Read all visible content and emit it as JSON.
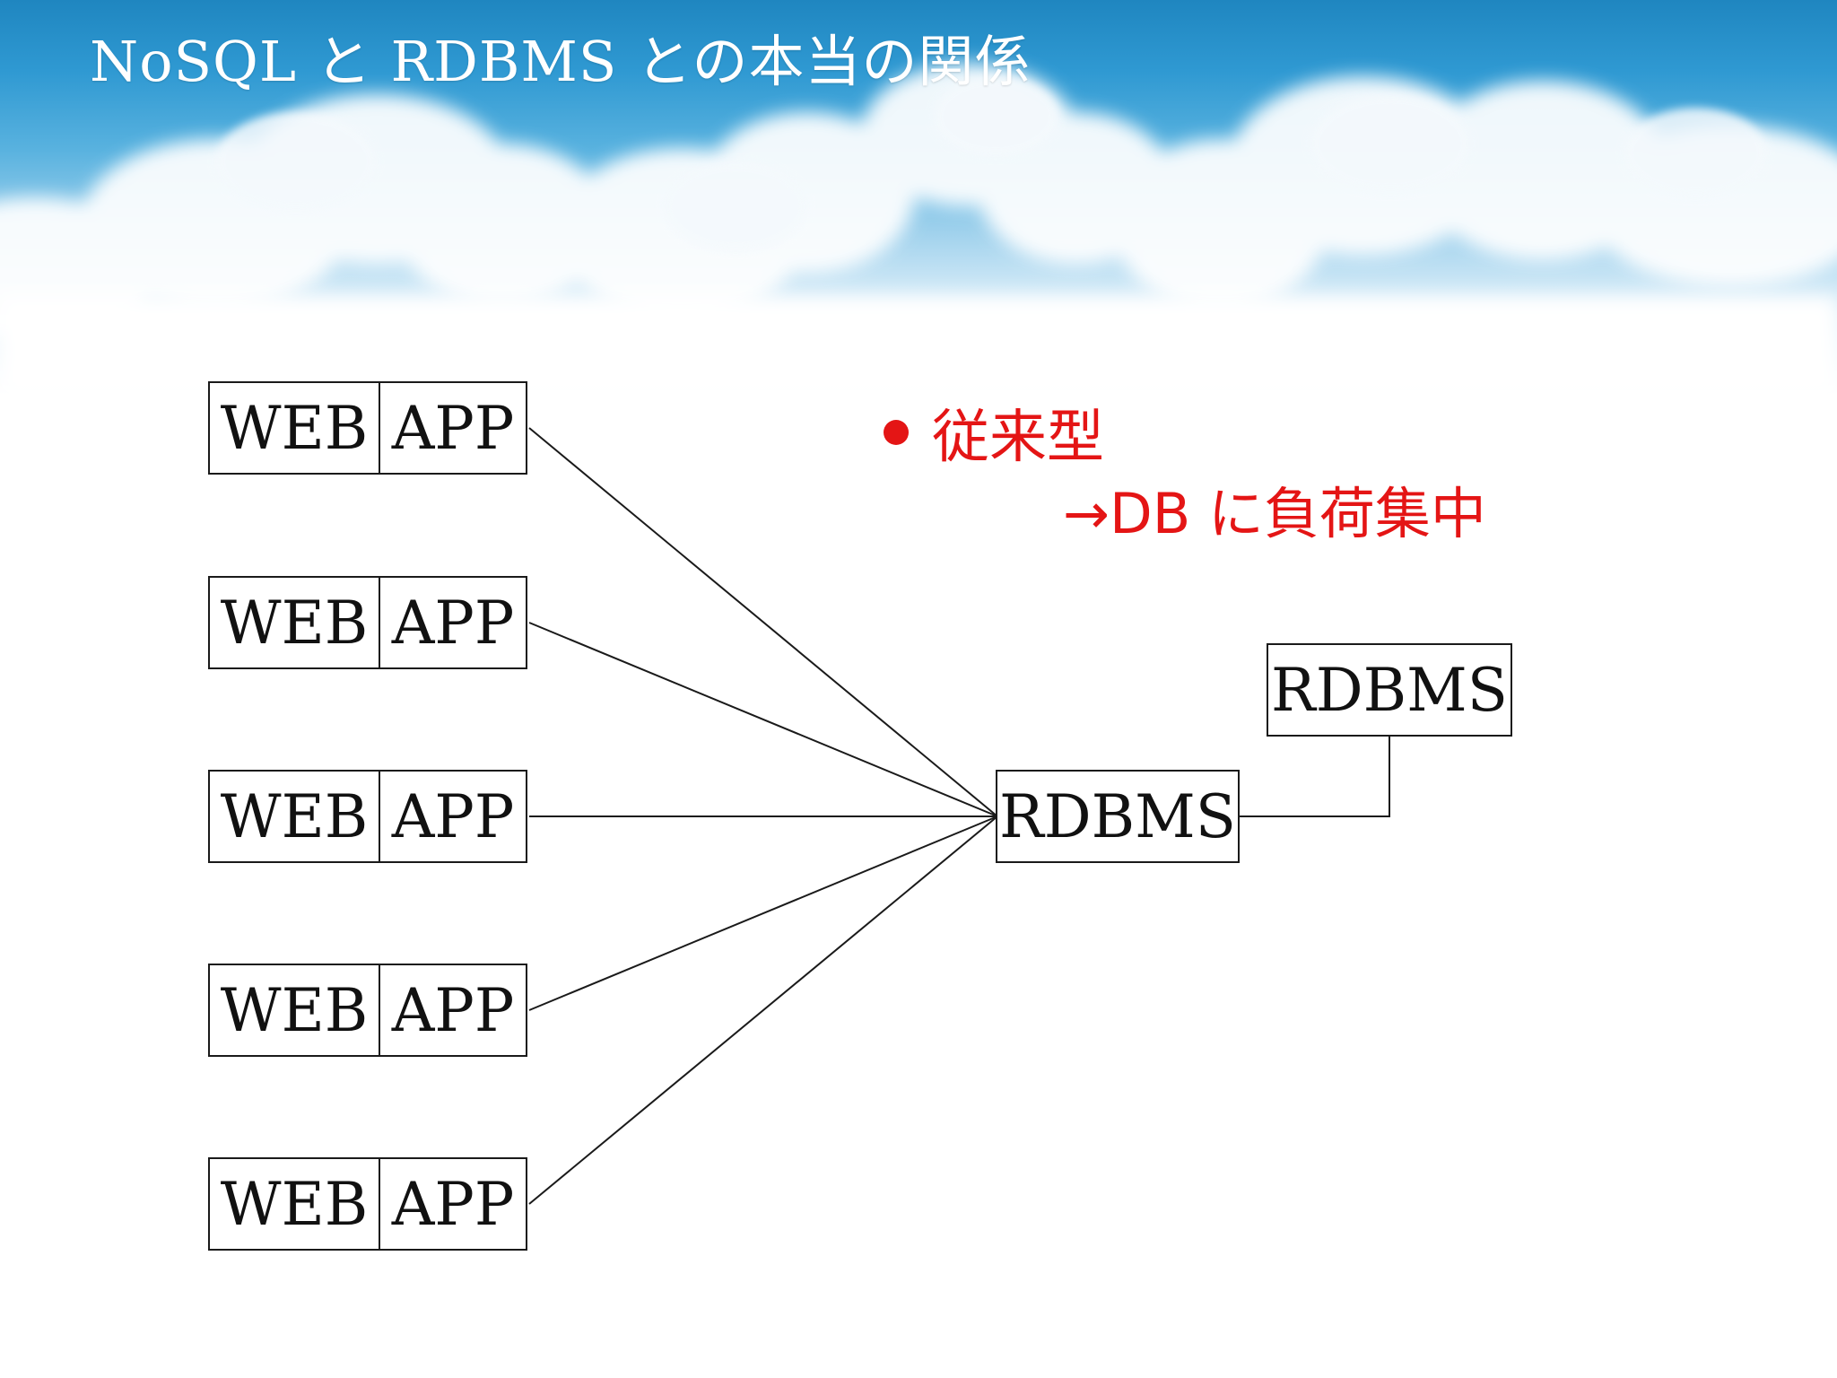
{
  "slide": {
    "title": "NoSQL と RDBMS との本当の関係"
  },
  "diagram": {
    "clients": [
      {
        "web_label": "WEB",
        "app_label": "APP"
      },
      {
        "web_label": "WEB",
        "app_label": "APP"
      },
      {
        "web_label": "WEB",
        "app_label": "APP"
      },
      {
        "web_label": "WEB",
        "app_label": "APP"
      },
      {
        "web_label": "WEB",
        "app_label": "APP"
      }
    ],
    "central_db_label": "RDBMS",
    "secondary_db_label": "RDBMS"
  },
  "notes": {
    "bullet": "従来型",
    "detail": "→DB に負荷集中"
  },
  "colors": {
    "accent_red": "#e41515",
    "line": "#1a1a1a",
    "title_text": "#ffffff"
  }
}
